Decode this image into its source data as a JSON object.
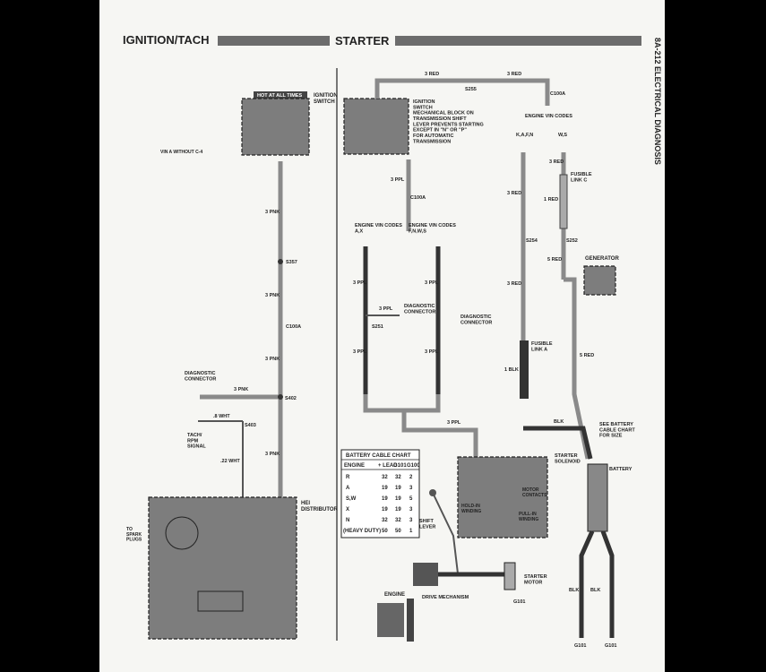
{
  "header": {
    "left_title": "IGNITION/TACH",
    "center_title": "STARTER",
    "side_label": "8A-212  ELECTRICAL DIAGNOSIS"
  },
  "left": {
    "hot_label": "HOT AT ALL TIMES",
    "ignition_switch": "IGNITION\nSWITCH",
    "vin_note": "VIN A WITHOUT C-4",
    "wire_a": "3 PNK",
    "splice_1": "S357",
    "wire_b": "3 PNK",
    "conn_1": "C100A",
    "wire_c": "3 PNK",
    "diag_conn": "DIAGNOSTIC\nCONNECTOR",
    "wire_d": "3 PNK",
    "splice_2": "S402",
    "wire_e": ".8 WHT",
    "splice_3": "S403",
    "tach": "TACH/\nRPM\nSIGNAL",
    "wire_f": ".22 WHT",
    "wire_g": "3 PNK",
    "hei": "HEI\nDISTRIBUTOR",
    "spark": "TO\nSPARK\nPLUGS"
  },
  "right": {
    "wire_top_1": "3 RED",
    "wire_top_2": "3 RED",
    "splice_top": "S255",
    "conn_top": "C100A",
    "engine_vin_1": "ENGINE VIN CODES",
    "vin_codes_1": "K,A,F,N",
    "vin_codes_2": "W,S",
    "ign_switch_note": "IGNITION\nSWITCH\nMECHANICAL BLOCK ON\nTRANSMISSION SHIFT\nLEVER PREVENTS STARTING\nEXCEPT IN \"N\" OR \"P\"\nFOR AUTOMATIC\nTRANSMISSION",
    "wire_ppl_1": "3 PPL",
    "conn_c100a": "C100A",
    "engine_vin_2": "ENGINE VIN CODES\nA,X",
    "engine_vin_3": "ENGINE VIN CODES\nF,N,W,S",
    "wire_red_a": "3 RED",
    "wire_red_b": "1 RED",
    "wire_red_c": "3 RED",
    "fusible_c": "FUSIBLE\nLINK C",
    "splice_s254": "S254",
    "splice_s252": "S252",
    "wire_red_d": "5 RED",
    "generator": "GENERATOR",
    "wire_red_e": "3 RED",
    "wire_ppl_2": "3 PPL",
    "wire_ppl_3": "3 PPL",
    "wire_ppl_4": "3 PPL",
    "diag_conn_a": "DIAGNOSTIC\nCONNECTOR",
    "diag_conn_b": "DIAGNOSTIC\nCONNECTOR",
    "splice_s251": "S251",
    "wire_ppl_5": "3 PPL",
    "wire_ppl_6": "3 PPL",
    "fusible_a": "FUSIBLE\nLINK A",
    "wire_blk": "1 BLK",
    "wire_red_f": "5 RED",
    "wire_ppl_7": "3 PPL",
    "blk": "BLK",
    "battery_note": "SEE BATTERY\nCABLE CHART\nFOR SIZE",
    "starter_solenoid": "STARTER\nSOLENOID",
    "battery": "BATTERY",
    "holdin": "HOLD-IN\nWINDING",
    "pullin": "PULL-IN\nWINDING",
    "motor_contacts": "MOTOR\nCONTACTS",
    "shift_lever": "SHIFT\nLEVER",
    "starter_motor": "STARTER\nMOTOR",
    "engine": "ENGINE",
    "drive": "DRIVE MECHANISM",
    "g101_a": "G101",
    "g101_b": "G101",
    "g101_c": "G101",
    "blk_left": "BLK",
    "blk_right": "BLK"
  },
  "battery_chart": {
    "title": "BATTERY CABLE CHART",
    "headers": [
      "ENGINE",
      "+ LEAD",
      "G101",
      "G100"
    ],
    "rows": [
      [
        "R",
        "32",
        "32",
        "2"
      ],
      [
        "A",
        "19",
        "19",
        "3"
      ],
      [
        "S,W",
        "19",
        "19",
        "5"
      ],
      [
        "X",
        "19",
        "19",
        "3"
      ],
      [
        "N",
        "32",
        "32",
        "3"
      ],
      [
        "(HEAVY DUTY)",
        "50",
        "50",
        "1"
      ]
    ]
  },
  "colors": {
    "background": "#000000",
    "paper": "#f6f6f3",
    "wire_gray": "#8a8a8a",
    "box_fill": "#7d7d7d"
  }
}
